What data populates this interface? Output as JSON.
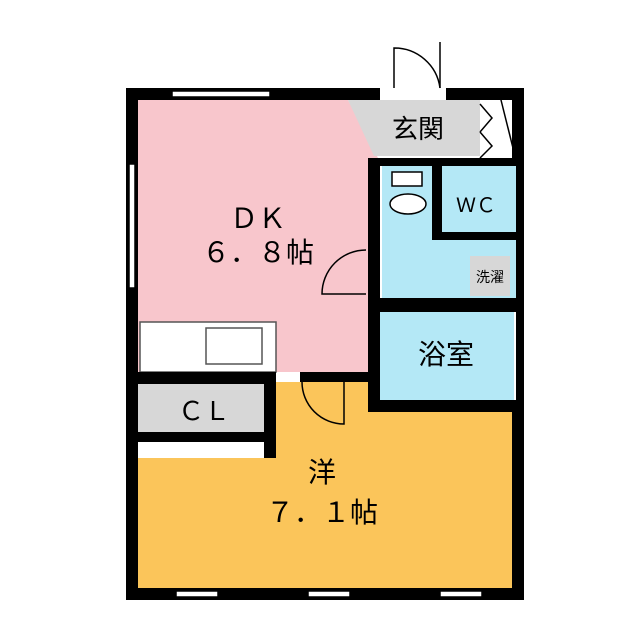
{
  "rooms": {
    "dk": {
      "name": "ＤＫ",
      "size": "６．８帖"
    },
    "western": {
      "name": "洋",
      "size": "７．１帖"
    },
    "entrance": {
      "name": "玄関"
    },
    "wc": {
      "name": "ＷＣ"
    },
    "washer": {
      "name": "洗濯"
    },
    "bath": {
      "name": "浴室"
    },
    "closet": {
      "name": "ＣＬ"
    }
  },
  "colors": {
    "wall": "#000000",
    "dk_fill": "#f8c6cc",
    "western_fill": "#fbc55a",
    "wet_fill": "#b4e8f6",
    "gray_fill": "#d7d7d7",
    "background": "#ffffff"
  }
}
